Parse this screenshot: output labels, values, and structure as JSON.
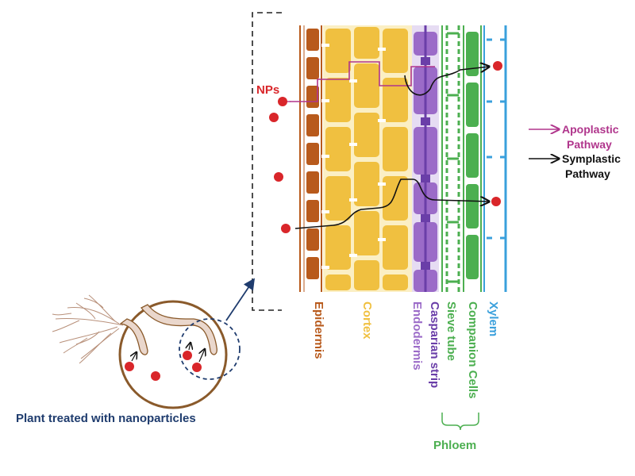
{
  "nps_label": "NPs",
  "caption": "Plant treated with nanoparticles",
  "legend": {
    "apoplastic_line1": "Apoplastic",
    "apoplastic_line2": "Pathway",
    "symplastic_line1": "Symplastic",
    "symplastic_line2": "Pathway"
  },
  "tissues": {
    "epidermis": "Epidermis",
    "cortex": "Cortex",
    "endodermis": "Endodermis",
    "casparian": "Casparian strip",
    "sieve": "Sieve tube",
    "companion": "Companion Cells",
    "xylem": "Xylem"
  },
  "phloem": "Phloem",
  "colors": {
    "epidermis": "#b85a1c",
    "cortex": "#f0c040",
    "endodermis": "#9b6bc8",
    "casparian": "#6a3ea8",
    "phloem": "#4caf50",
    "xylem": "#3aa0dc",
    "np": "#d9262a",
    "apoplastic": "#b0358c",
    "symplastic": "#111111",
    "caption": "#1f3c6e"
  }
}
